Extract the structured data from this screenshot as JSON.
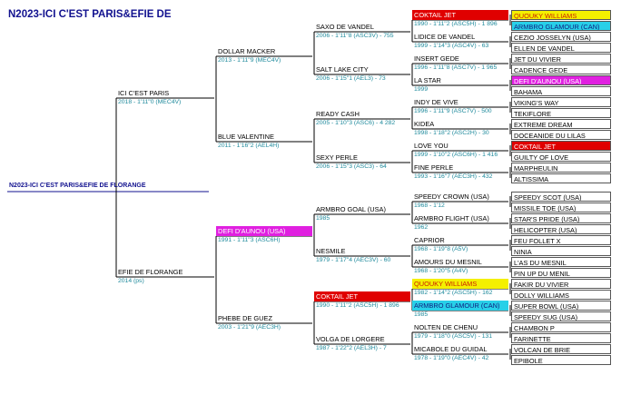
{
  "title": "N2023-ICI C'EST PARIS&EFIE DE",
  "subject": "N2023-ICI C'EST PARIS&EFIE DE FLORANGE",
  "gen1": [
    {
      "name": "ICI C'EST PARIS",
      "info": "2018 - 1'11\"0 (MEC4V)"
    },
    {
      "name": "EFIE DE FLORANGE",
      "info": "2014 (ps)"
    }
  ],
  "gen2": [
    {
      "name": "DOLLAR MACKER",
      "info": "2013 - 1'11\"9 (MEC4V)"
    },
    {
      "name": "BLUE VALENTINE",
      "info": "2011 - 1'16\"2 (AEL4H)"
    },
    {
      "name": "DEFI D'AUNOU (USA)",
      "info": "1991 - 1'11\"3 (ASC6H)"
    },
    {
      "name": "PHEBE DE GUEZ",
      "info": "2003 - 1'21\"9 (AEC3H)"
    }
  ],
  "gen3": [
    {
      "name": "SAXO DE VANDEL",
      "info": "2006 - 1'11\"8 (ASC3V) - 755"
    },
    {
      "name": "SALT LAKE CITY",
      "info": "2006 - 1'15\"1 (AEL3) - 73"
    },
    {
      "name": "READY CASH",
      "info": "2005 - 1'10\"3 (ASC6) - 4 282"
    },
    {
      "name": "SEXY PERLE",
      "info": "2006 - 1'15\"3 (ASC3) - 64"
    },
    {
      "name": "ARMBRO GOAL (USA)",
      "info": "1985"
    },
    {
      "name": "NESMILE",
      "info": "1979 - 1'17\"4 (AEC3V) - 60"
    },
    {
      "name": "COKTAIL JET",
      "info": "1990 - 1'11\"2 (ASC5H) - 1 896"
    },
    {
      "name": "VOLGA DE LORGERE",
      "info": "1987 - 1'22\"2 (AEL3H) - 7"
    }
  ],
  "gen4": [
    {
      "name": "COKTAIL JET",
      "info": "1990 - 1'11\"2 (ASC5H) - 1 896"
    },
    {
      "name": "LIDICE DE VANDEL",
      "info": "1999 - 1'14\"3 (ASC4V) - 63"
    },
    {
      "name": "INSERT GEDE",
      "info": "1996 - 1'11\"8 (ASC7V) - 1 965"
    },
    {
      "name": "LA STAR",
      "info": "1999"
    },
    {
      "name": "INDY DE VIVE",
      "info": "1996 - 1'11\"9 (ASC7V) - 500"
    },
    {
      "name": "KIDEA",
      "info": "1998 - 1'18\"2 (ASC2H) - 30"
    },
    {
      "name": "LOVE YOU",
      "info": "1999 - 1'10\"2 (ASC6H) - 1 416"
    },
    {
      "name": "FINE PERLE",
      "info": "1993 - 1'16\"7 (AEC3H) - 432"
    },
    {
      "name": "SPEEDY CROWN (USA)",
      "info": "1968 - 1'12"
    },
    {
      "name": "ARMBRO FLIGHT (USA)",
      "info": "1962"
    },
    {
      "name": "CAPRIOR",
      "info": "1968 - 1'19\"8 (A5V)"
    },
    {
      "name": "AMOURS DU MESNIL",
      "info": "1968 - 1'20\"5 (A4V)"
    },
    {
      "name": "QUOUKY WILLIAMS",
      "info": "1982 - 1'14\"2 (ASC5H) - 162"
    },
    {
      "name": "ARMBRO GLAMOUR (CAN)",
      "info": "1985"
    },
    {
      "name": "NOLTEN DE CHENU",
      "info": "1979 - 1'18\"0 (ASC5V) - 131"
    },
    {
      "name": "MICABOLE DU GUIDAL",
      "info": "1978 - 1'19\"0 (AEC4V) - 42"
    }
  ],
  "gen5": [
    "QUOUKY WILLIAMS",
    "ARMBRO GLAMOUR (CAN)",
    "CEZIO JOSSELYN (USA)",
    "ELLEN DE VANDEL",
    "JET DU VIVIER",
    "CADENCE GEDE",
    "DEFI D'AUNOU (USA)",
    "BAHAMA",
    "VIKING'S WAY",
    "TEKIFLORE",
    "EXTREME DREAM",
    "DOCEANIDE DU LILAS",
    "COKTAIL JET",
    "GUILTY OF LOVE",
    "MARPHEULIN",
    "ALTISSIMA",
    "SPEEDY SCOT (USA)",
    "MISSILE TOE (USA)",
    "STAR'S PRIDE (USA)",
    "HELICOPTER (USA)",
    "FEU FOLLET X",
    "NINIA",
    "L'AS DU MESNIL",
    "PIN UP DU MENIL",
    "FAKIR DU VIVIER",
    "DOLLY WILLIAMS",
    "SUPER BOWL (USA)",
    "SPEEDY SUG (USA)",
    "CHAMBON P",
    "FARINETTE",
    "VOLCAN DE BRIE",
    "EPIBOLE"
  ],
  "highlight_colors": {
    "coktail_jet": "#e00000",
    "quouky_williams": "#f4f000",
    "armbro_glamour": "#28d0e8",
    "defi_d_aunou": "#e020e0"
  }
}
